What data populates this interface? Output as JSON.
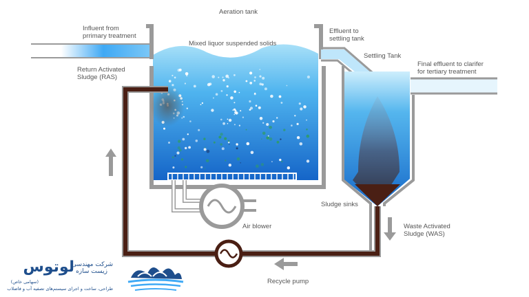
{
  "labels": {
    "aeration_tank": "Aeration tank",
    "influent": "Influent from\nprrimary treatment",
    "mlss": "Mixed liquor suspended solids",
    "effluent": "Effluent to\nsettling tank",
    "settling_tank": "Settling Tank",
    "final_effluent": "Final effluent to clarifer\nfor tertiary treatment",
    "ras": "Return Activated\nSludge (RAS)",
    "sludge_sinks": "Sludge sinks",
    "air_blower": "Air blower",
    "was": "Waste Activated\nSludge (WAS)",
    "recycle_pump": "Recycle pump"
  },
  "logo": {
    "company_line": "شرکت مهندسی",
    "brand_name": "لوتوس",
    "subname": "زیست سازه",
    "legal": "(سهامی خاص)",
    "tagline": "طراحی، ساخت و اجرای سیستم‌های تصفیه آب و فاضلاب"
  },
  "colors": {
    "water_light": "#8fd3f4",
    "water_dark": "#1a7fd6",
    "pipe_blue": "#3fa9f5",
    "sludge_brown": "#4a1f14",
    "tank_wall": "#9a9a9a",
    "logo_blue": "#1e4e8c"
  }
}
